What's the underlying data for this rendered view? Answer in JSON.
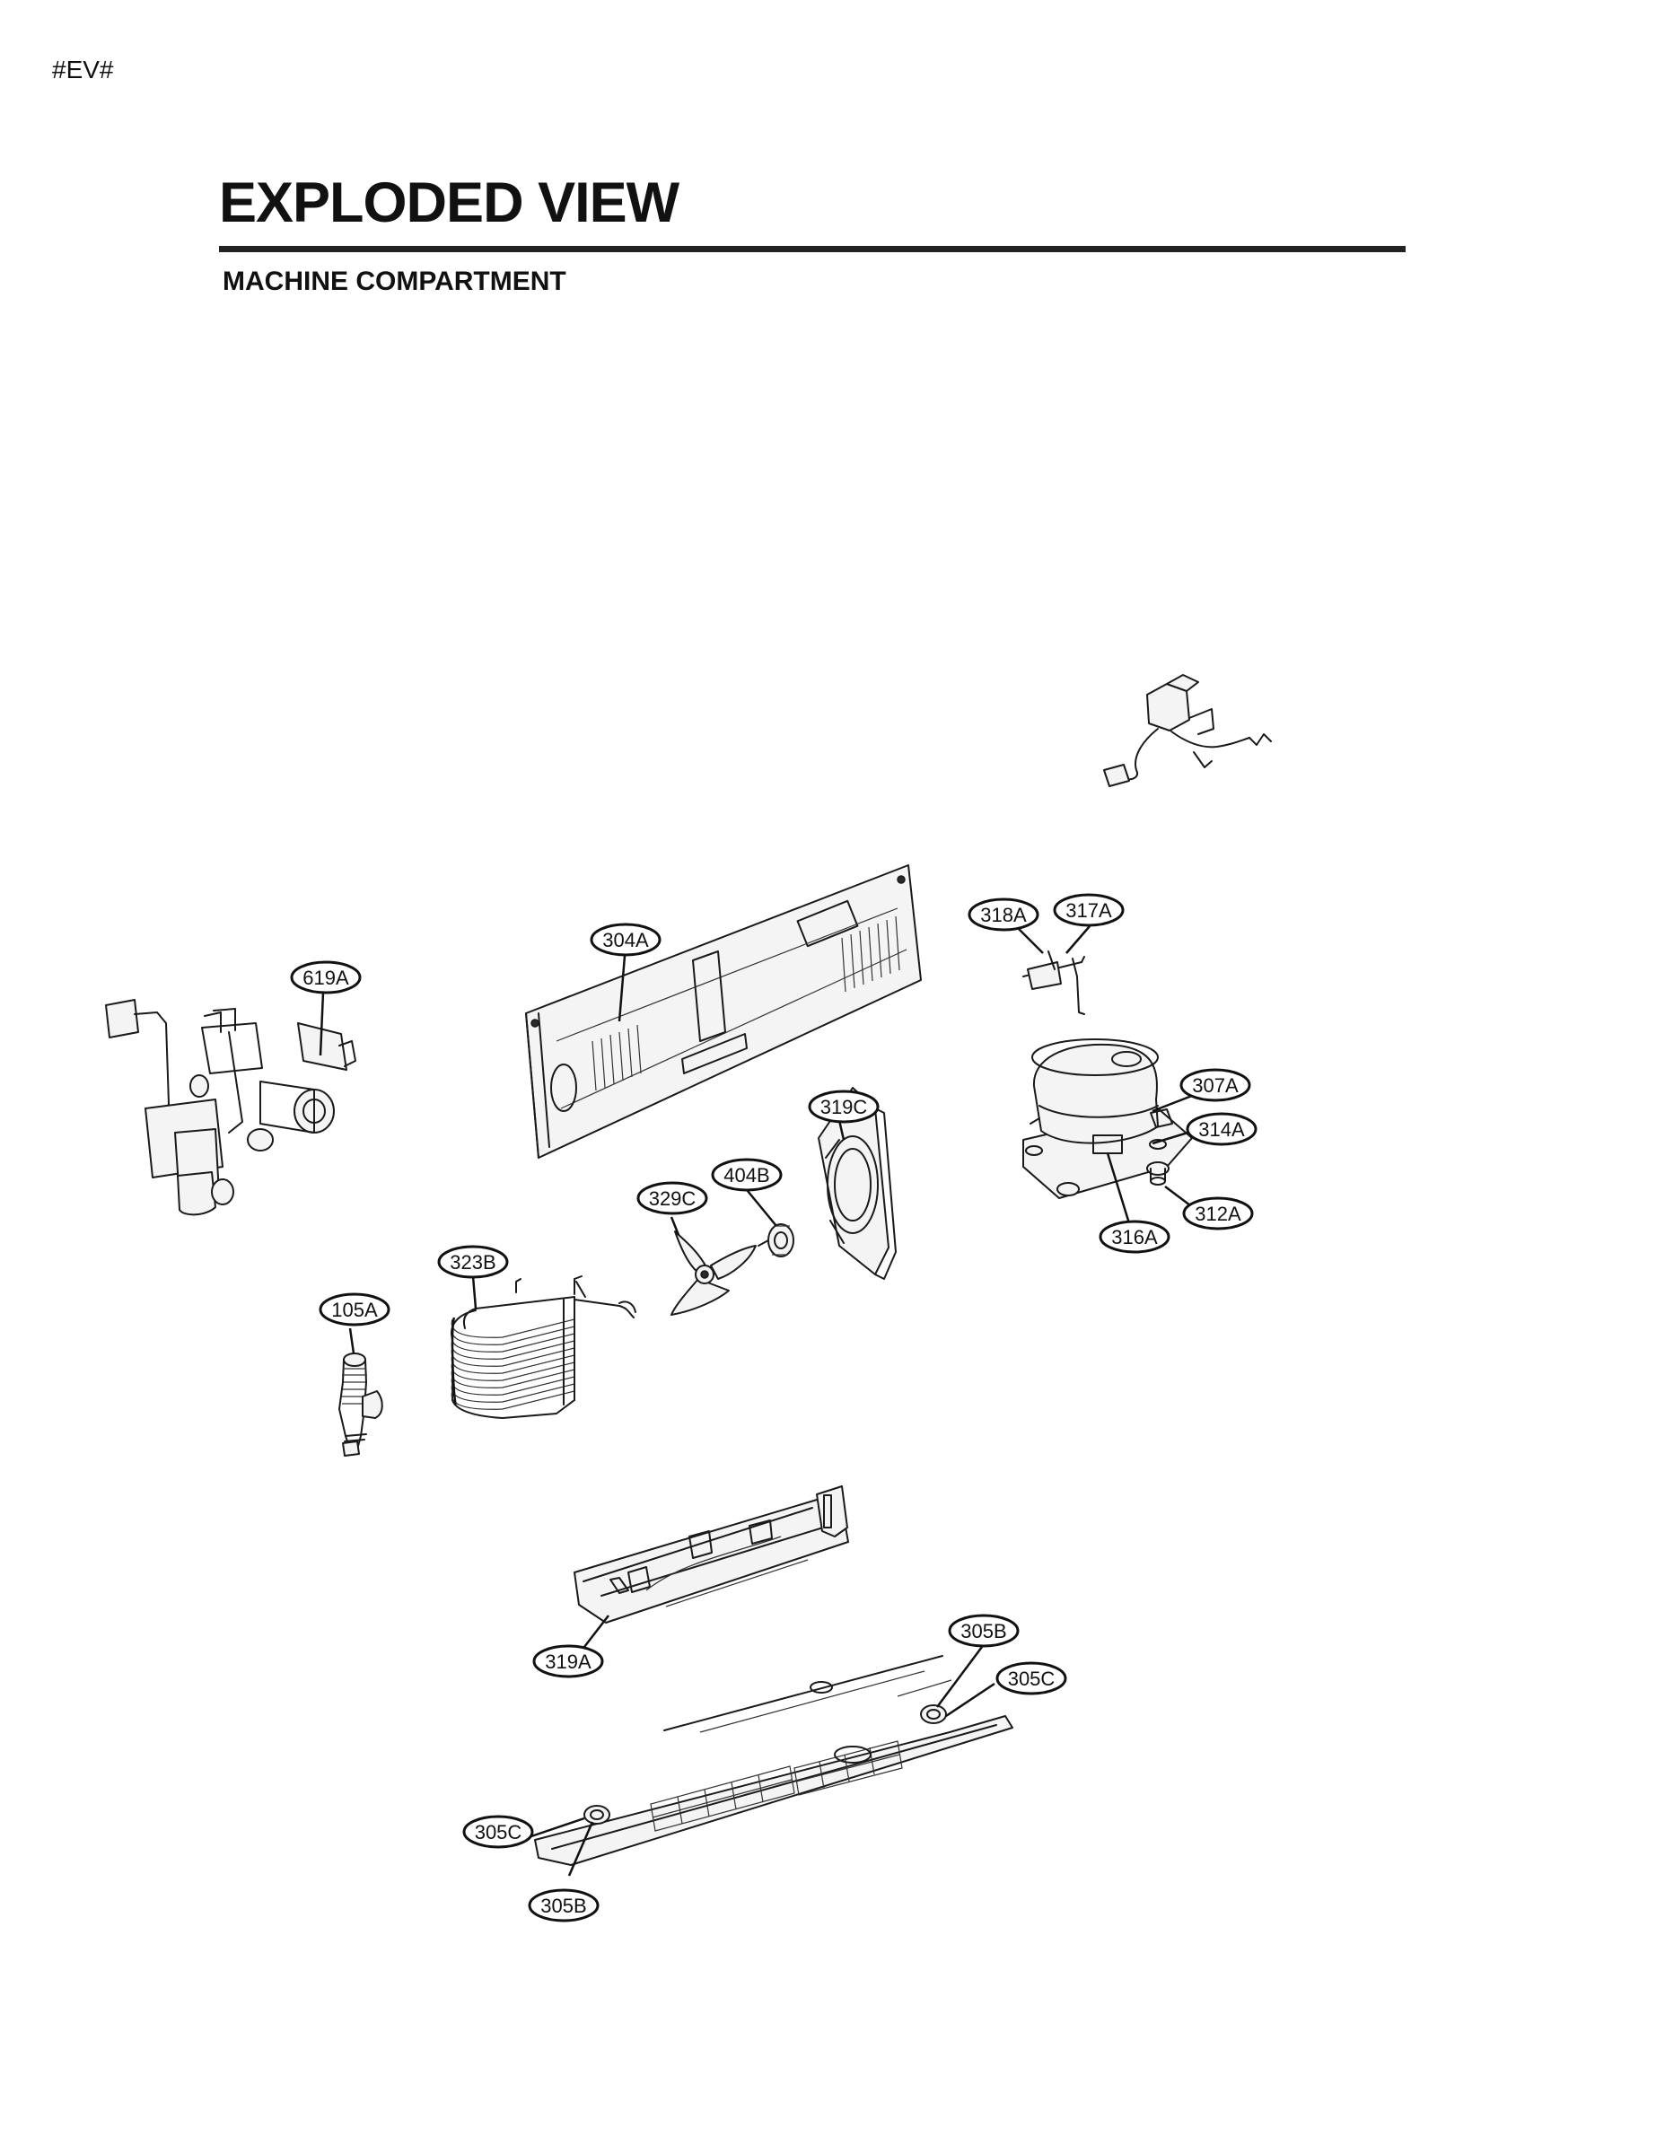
{
  "header": {
    "doc_tag": "#EV#",
    "title": "EXPLODED VIEW",
    "section": "MACHINE COMPARTMENT"
  },
  "callouts": {
    "c619A": "619A",
    "c304A": "304A",
    "c318A": "318A",
    "c317A": "317A",
    "c307A": "307A",
    "c314A": "314A",
    "c312A": "312A",
    "c316A": "316A",
    "c319C": "319C",
    "c404B": "404B",
    "c329C": "329C",
    "c323B": "323B",
    "c105A": "105A",
    "c319A": "319A",
    "c305B_top": "305B",
    "c305C_top": "305C",
    "c305C_bottom": "305C",
    "c305B_bottom": "305B"
  }
}
